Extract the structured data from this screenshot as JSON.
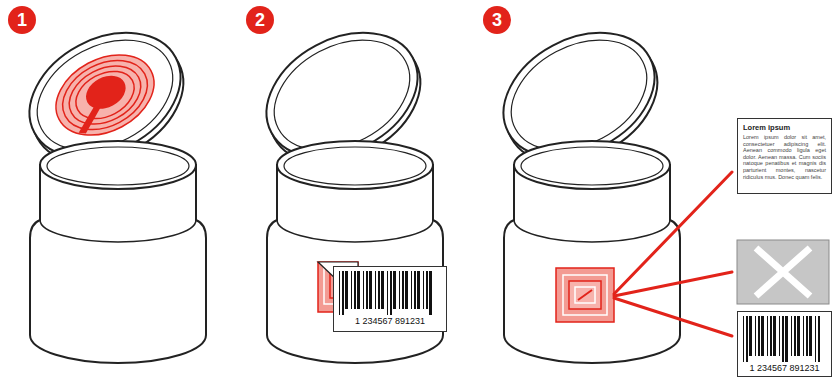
{
  "diagram": {
    "nodes": [
      {
        "text": [
          "1 234567 891231"
        ]
      },
      {
        "text": [
          "Lorem ipsum",
          "Lorem ipsum dolor sit amet, consectetuer adipiscing elit. Aenean commodo ligula eget dolor. Aenean massa. Cum sociis natoque penatibus et magnis dis parturient montes, nascetur ridiculus mus. Donec quam felis."
        ]
      },
      {
        "text": [
          "1 234567 891231"
        ]
      }
    ],
    "labels": [
      "1",
      "2",
      "3"
    ]
  }
}
